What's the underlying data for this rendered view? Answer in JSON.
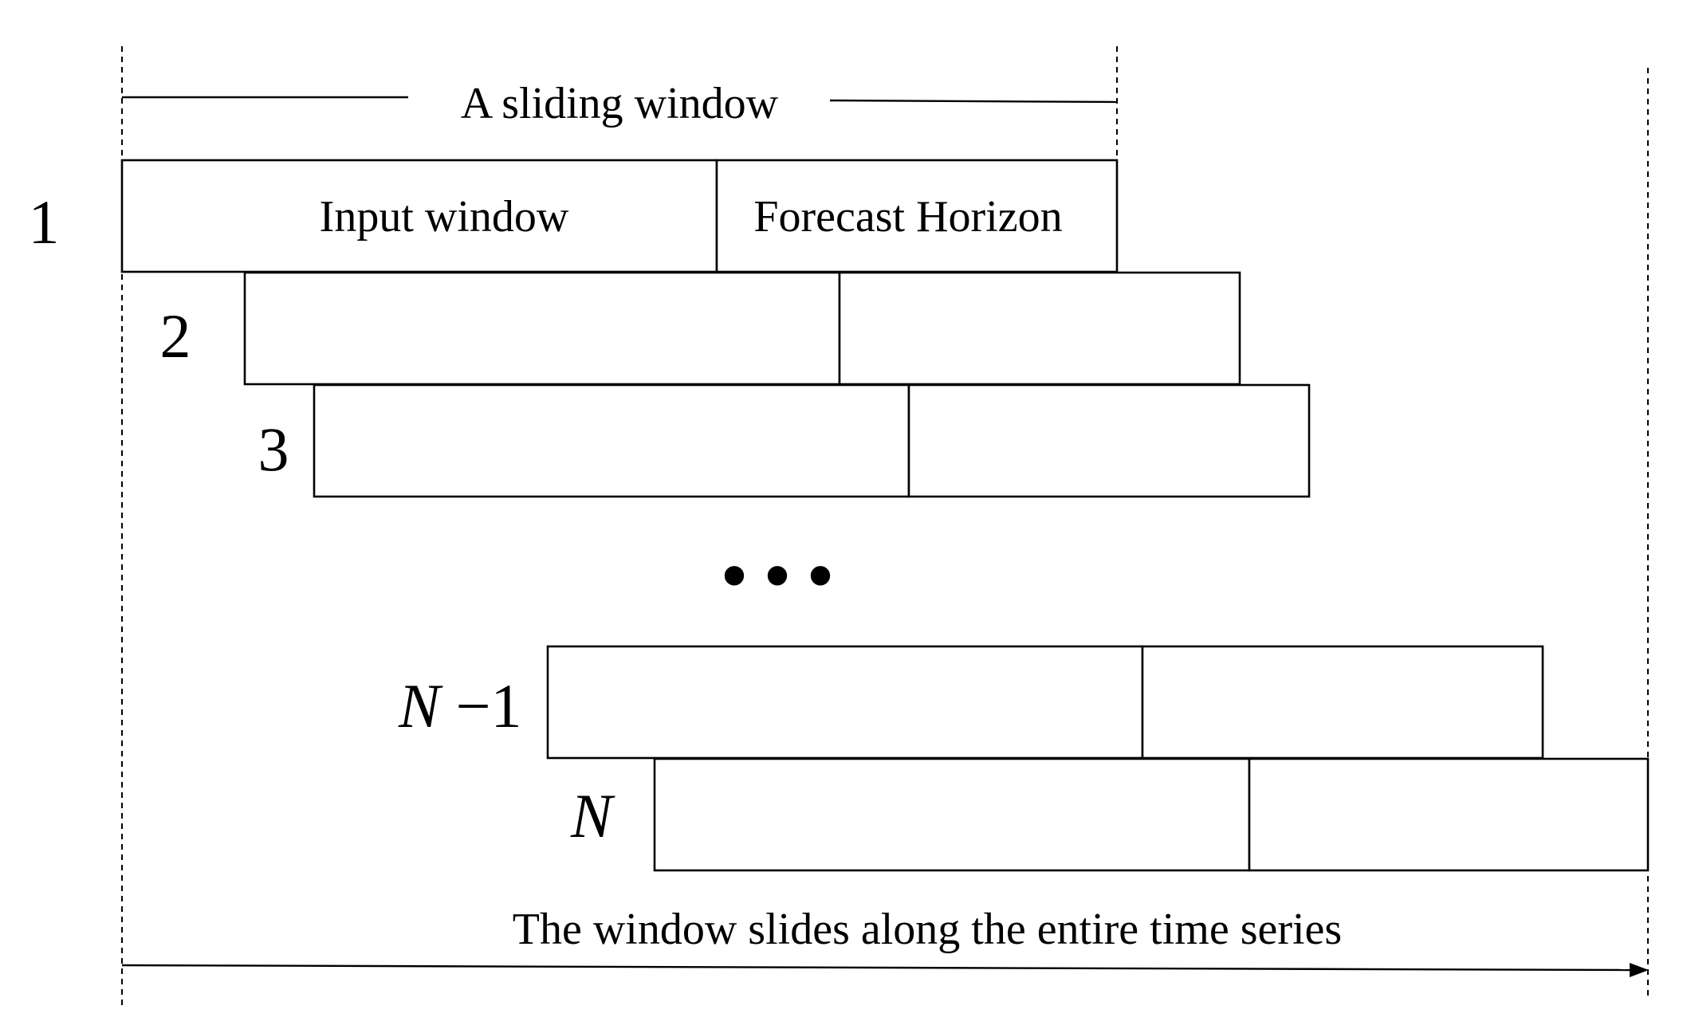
{
  "diagram": {
    "top_caption": "A sliding window",
    "bottom_caption": "The window slides along the entire time series",
    "window_parts": {
      "input": "Input window",
      "horizon": "Forecast Horizon"
    },
    "ellipsis": "• • •",
    "rows": [
      {
        "label": "1"
      },
      {
        "label": "2"
      },
      {
        "label": "3"
      },
      {
        "label_italic": "N",
        "label_suffix": " −1"
      },
      {
        "label_italic": "N"
      }
    ]
  }
}
